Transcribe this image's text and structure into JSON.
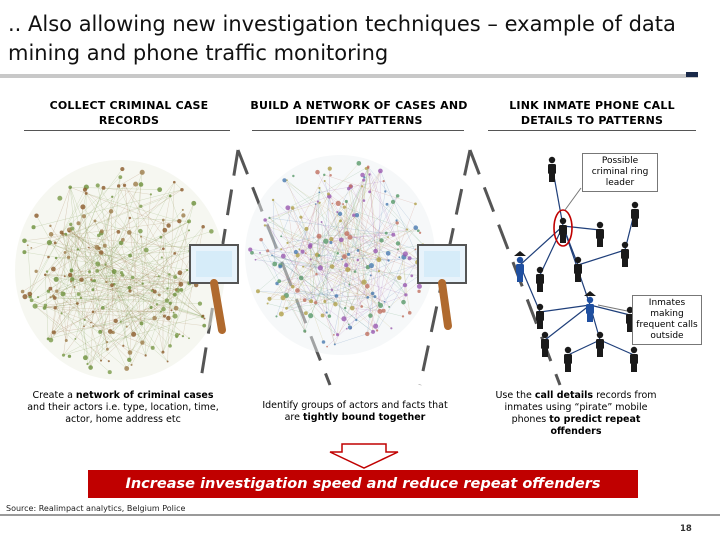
{
  "slide": {
    "title": ".. Also allowing new investigation techniques – example of data mining and phone traffic monitoring",
    "columns": [
      {
        "heading": "COLLECT CRIMINAL CASE RECORDS",
        "description_parts": [
          "Create a ",
          "network of criminal cases",
          " and their actors i.e. type, location, time, actor, home address etc"
        ]
      },
      {
        "heading": "BUILD A NETWORK OF CASES AND IDENTIFY PATTERNS",
        "description_parts": [
          "Identify groups of actors and facts that are ",
          "tightly bound together",
          ""
        ]
      },
      {
        "heading": "LINK INMATE PHONE CALL DETAILS TO PATTERNS",
        "description_parts": [
          "Use the ",
          "call details",
          " records from inmates using “pirate” mobile phones ",
          "to predict repeat offenders"
        ]
      }
    ],
    "callouts": {
      "ring_leader": "Possible criminal ring leader",
      "inmates": "Inmates making frequent calls outside"
    },
    "banner": "Increase investigation speed and reduce repeat offenders",
    "source": "Source: Realimpact analytics, Belgium Police",
    "page_number": "18"
  },
  "colors": {
    "banner_red": "#c00000",
    "network_green": "#6b8e3a",
    "network_brown": "#8b5a2b",
    "person_dark": "#1a1a1a",
    "inmate_blue": "#1f4fa0",
    "arrow_outline": "#c00000",
    "leader_highlight": "#c00000"
  },
  "icons": [
    "magnifier-icon",
    "person-icon",
    "down-arrow-icon"
  ]
}
